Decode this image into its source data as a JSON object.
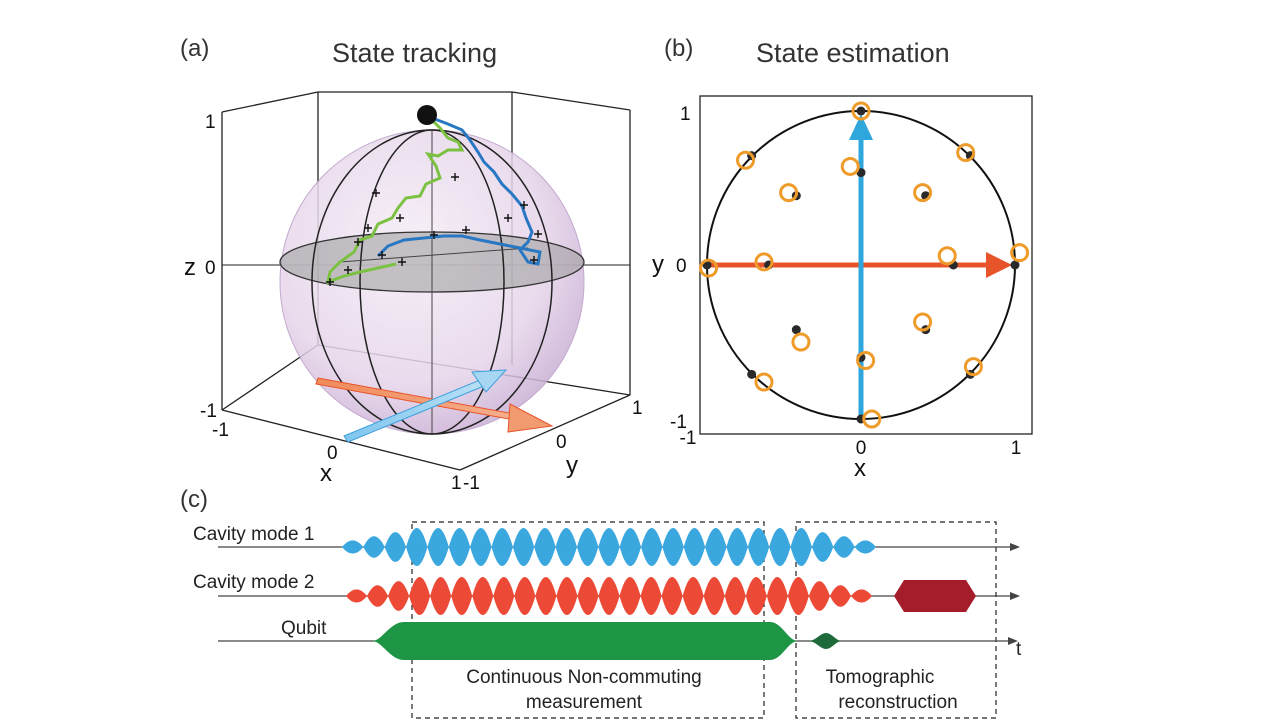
{
  "panel_a": {
    "label": "(a)",
    "title": "State tracking",
    "z_label": "z",
    "x_label": "x",
    "y_label": "y",
    "z_ticks": [
      "1",
      "0",
      "-1"
    ],
    "x_ticks": [
      "-1",
      "0",
      "1"
    ],
    "y_ticks": [
      "1",
      "0",
      "-1"
    ]
  },
  "panel_b": {
    "label": "(b)",
    "title": "State estimation",
    "x_label": "x",
    "y_label": "y",
    "x_ticks": [
      "-1",
      "0",
      "1"
    ],
    "y_ticks": [
      "1",
      "0",
      "-1"
    ],
    "estimates": [
      [
        0,
        1
      ],
      [
        0.71,
        0.71
      ],
      [
        1,
        0
      ],
      [
        0.71,
        -0.71
      ],
      [
        0,
        -1
      ],
      [
        -0.71,
        -0.71
      ],
      [
        -1,
        0
      ],
      [
        -0.71,
        0.71
      ],
      [
        0,
        0.6
      ],
      [
        0.42,
        0.45
      ],
      [
        0.6,
        0
      ],
      [
        0.42,
        -0.42
      ],
      [
        0,
        -0.6
      ],
      [
        -0.42,
        -0.42
      ],
      [
        -0.6,
        0
      ],
      [
        -0.42,
        0.45
      ]
    ],
    "true_states": [
      [
        0,
        1
      ],
      [
        0.68,
        0.73
      ],
      [
        1.03,
        0.08
      ],
      [
        0.73,
        -0.66
      ],
      [
        0.07,
        -1
      ],
      [
        -0.63,
        -0.76
      ],
      [
        -0.99,
        -0.02
      ],
      [
        -0.75,
        0.68
      ],
      [
        -0.07,
        0.64
      ],
      [
        0.4,
        0.47
      ],
      [
        0.56,
        0.06
      ],
      [
        0.4,
        -0.37
      ],
      [
        0.03,
        -0.62
      ],
      [
        -0.39,
        -0.5
      ],
      [
        -0.63,
        0.02
      ],
      [
        -0.47,
        0.47
      ]
    ],
    "colors": {
      "estimate": "#ef9b2a",
      "true_state": "#2a2a2a",
      "x_arrow": "#e8542a",
      "y_arrow": "#2fa6dc"
    }
  },
  "panel_c": {
    "label": "(c)",
    "rows": [
      {
        "name": "Cavity mode 1",
        "color": "#3aa7df"
      },
      {
        "name": "Cavity mode 2",
        "color": "#ec4a37"
      },
      {
        "name": "Qubit",
        "color": "#1e9445"
      }
    ],
    "tomography_color": "#a51c2a",
    "time_label": "t",
    "box1_line1": "Continuous Non-commuting",
    "box1_line2": "measurement",
    "box2_line1": "Tomographic",
    "box2_line2": "reconstruction"
  }
}
